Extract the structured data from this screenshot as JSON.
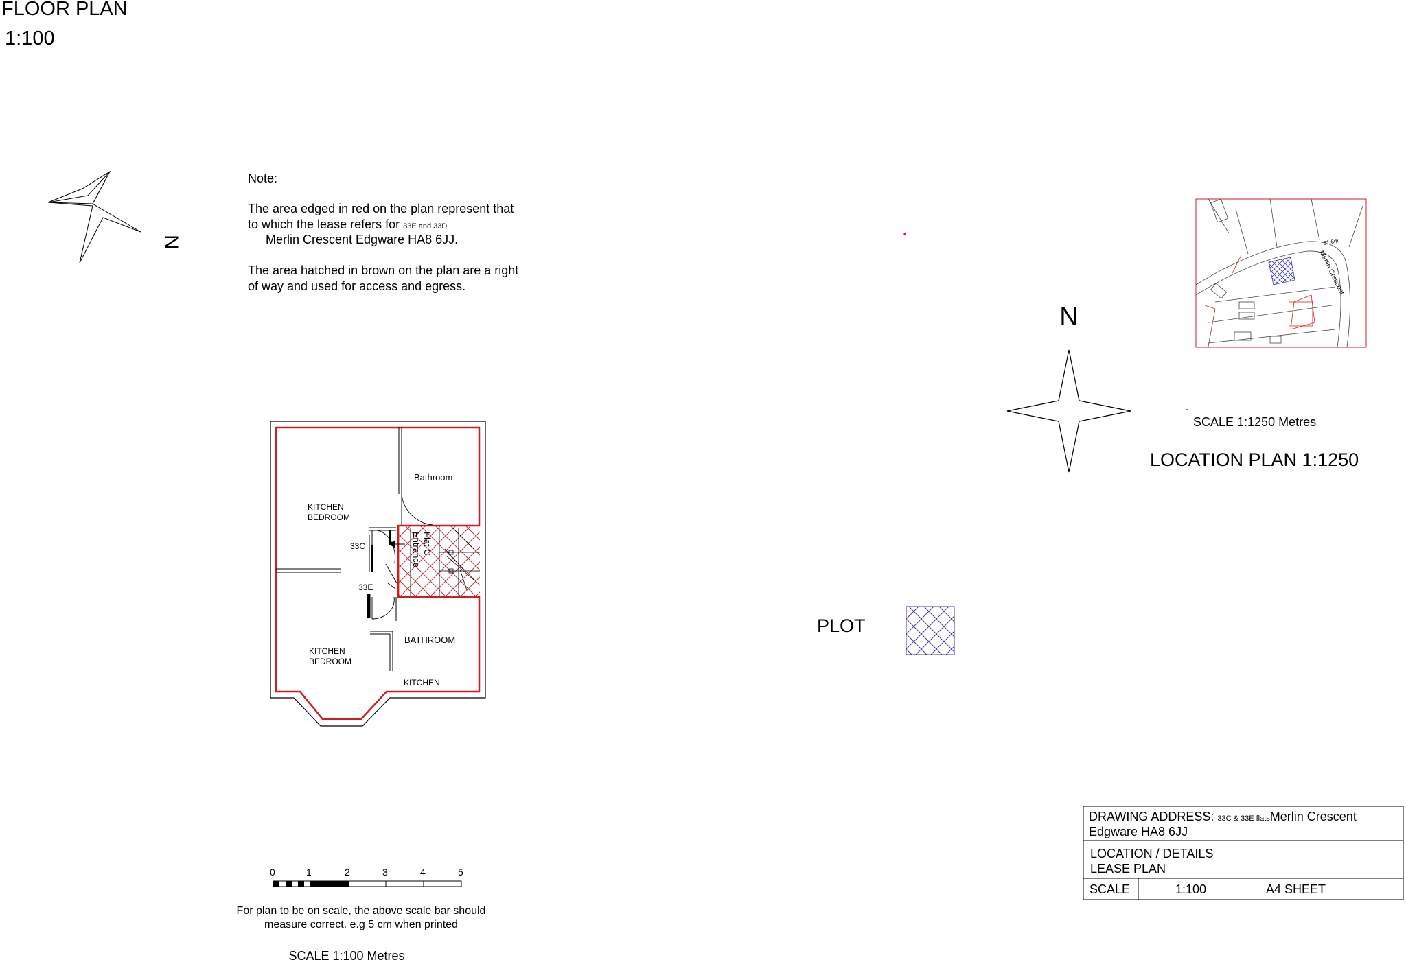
{
  "header": {
    "title": "FLOOR PLAN",
    "scale": "1:100"
  },
  "north_label_rotated": "N",
  "north_label": "N",
  "note": {
    "heading": "Note:",
    "line1": "The area edged in red on the plan represent that",
    "line2_main": "to which the lease refers for ",
    "line2_small": "33E and 33D",
    "line3": "Merlin Crescent Edgware HA8 6JJ.",
    "line4": "The area hatched in brown on the plan are a right",
    "line5": "of way and used for access and egress."
  },
  "floor_plan": {
    "rooms": {
      "bathroom_upper": "Bathroom",
      "kitchen_bedroom_upper_1": "KITCHEN",
      "kitchen_bedroom_upper_2": "BEDROOM",
      "flat_33c": "33C",
      "flat_33e": "33E",
      "entrance_1": "Flat C",
      "entrance_2": "Entrance",
      "bathroom_lower": "BATHROOM",
      "kitchen_bedroom_lower_1": "KITCHEN",
      "kitchen_bedroom_lower_2": "BEDROOM",
      "kitchen_lower": "KITCHEN"
    }
  },
  "scale_bar": {
    "ticks": [
      "0",
      "1",
      "2",
      "3",
      "4",
      "5"
    ],
    "note_line1": "For plan to be on scale, the above scale bar should",
    "note_line2": "measure correct. e.g 5 cm when printed",
    "label": "SCALE 1:100 Metres"
  },
  "location_plan": {
    "street": "Merlin Crescent",
    "spot_height": "61.6m",
    "scale": "SCALE 1:1250 Metres",
    "title": "LOCATION PLAN 1:1250"
  },
  "plot_label": "PLOT",
  "title_block": {
    "address_label": "DRAWING ADDRESS: ",
    "address_small": "33C & 33E flats",
    "address_main": "Merlin Crescent",
    "address_line2": "Edgware HA8 6JJ",
    "location_line1": "LOCATION / DETAILS",
    "location_line2": "LEASE PLAN",
    "scale_label": "SCALE",
    "scale_value": "1:100",
    "sheet": "A4 SHEET"
  },
  "colors": {
    "lease_edge": "#cc1f1f",
    "right_of_way_hatch": "#b03a3a",
    "plot_hatch": "#3a3aa8",
    "line": "#000000"
  }
}
